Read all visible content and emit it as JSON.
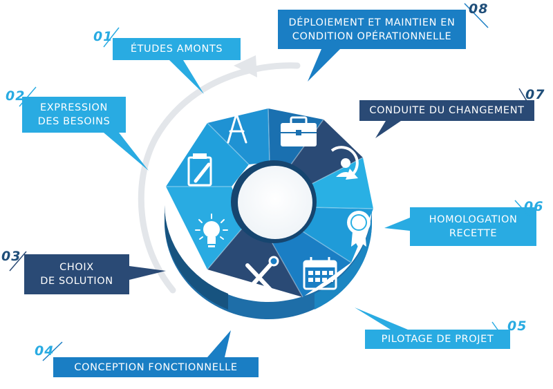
{
  "colors": {
    "light_blue": "#29abe2",
    "mid_blue": "#1a7ec4",
    "navy": "#2a4a75"
  },
  "steps": [
    {
      "num": "01",
      "label": "ÉTUDES AMONTS",
      "icon": "compass-icon"
    },
    {
      "num": "02",
      "label_lines": [
        "EXPRESSION",
        "DES BESOINS"
      ],
      "icon": "notepad-pencil-icon"
    },
    {
      "num": "03",
      "label_lines": [
        "CHOIX",
        "DE SOLUTION"
      ],
      "icon": "lightbulb-icon"
    },
    {
      "num": "04",
      "label": "CONCEPTION FONCTIONNELLE",
      "icon": "tools-icon"
    },
    {
      "num": "05",
      "label": "PILOTAGE DE PROJET",
      "icon": "calendar-icon"
    },
    {
      "num": "06",
      "label_lines": [
        "HOMOLOGATION",
        "RECETTE"
      ],
      "icon": "rosette-icon"
    },
    {
      "num": "07",
      "label": "CONDUITE DU CHANGEMENT",
      "icon": "person-cycle-icon"
    },
    {
      "num": "08",
      "label_lines": [
        "DÉPLOIEMENT ET MAINTIEN EN",
        "CONDITION OPÉRATIONNELLE"
      ],
      "icon": "briefcase-icon"
    }
  ]
}
